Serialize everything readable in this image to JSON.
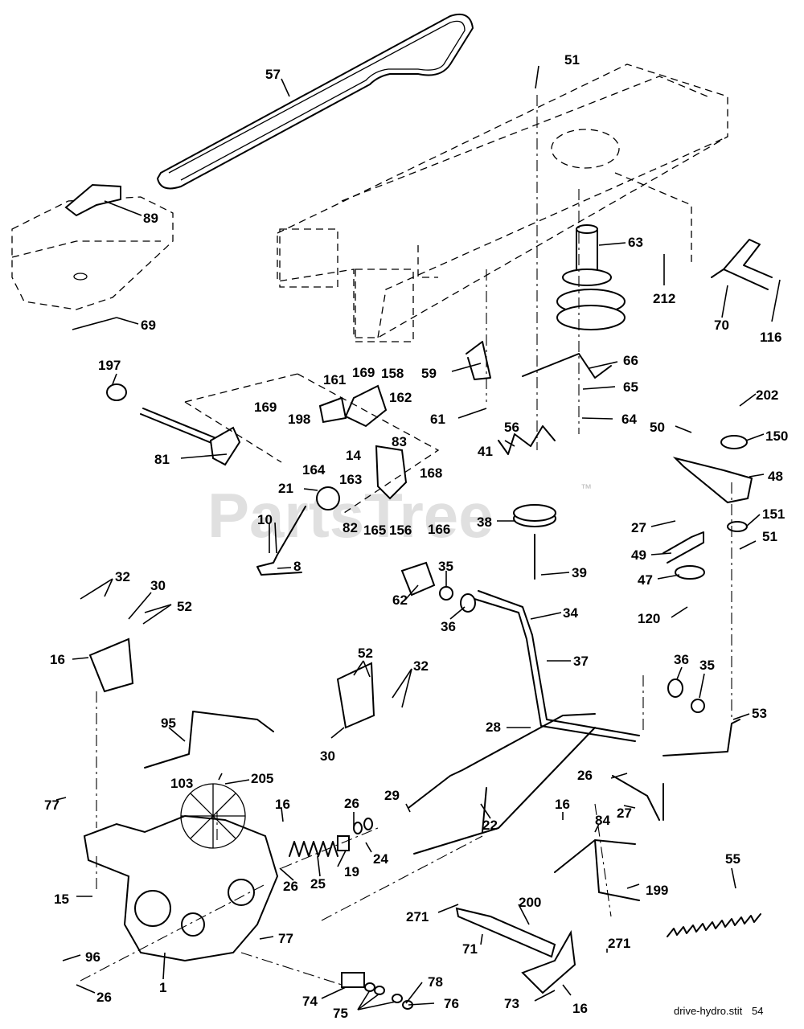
{
  "diagram": {
    "watermark": "PartsTree",
    "watermark_mark": "™",
    "footer_file": "drive-hydro.stit",
    "footer_page": "54",
    "callouts": {
      "c57": "57",
      "c51a": "51",
      "c89": "89",
      "c69": "69",
      "c63": "63",
      "c212": "212",
      "c70": "70",
      "c116": "116",
      "c197": "197",
      "c161": "161",
      "c169a": "169",
      "c158": "158",
      "c169b": "169",
      "c198": "198",
      "c162": "162",
      "c83": "83",
      "c14": "14",
      "c164": "164",
      "c163": "163",
      "c168": "168",
      "c81": "81",
      "c59": "59",
      "c61": "61",
      "c56": "56",
      "c66": "66",
      "c65": "65",
      "c64": "64",
      "c41": "41",
      "c202": "202",
      "c50": "50",
      "c150": "150",
      "c48": "48",
      "c21": "21",
      "c82": "82",
      "c165": "165",
      "c156": "156",
      "c166": "166",
      "c38": "38",
      "c27a": "27",
      "c151": "151",
      "c51b": "51",
      "c10": "10",
      "c8": "8",
      "c49": "49",
      "c47": "47",
      "c39": "39",
      "c32a": "32",
      "c30a": "30",
      "c52a": "52",
      "c62": "62",
      "c35a": "35",
      "c36a": "36",
      "c34": "34",
      "c120": "120",
      "c16a": "16",
      "c37": "37",
      "c52b": "52",
      "c32b": "32",
      "c36b": "36",
      "c35b": "35",
      "c53": "53",
      "c95": "95",
      "c30b": "30",
      "c28": "28",
      "c103": "103",
      "c205": "205",
      "c26a": "26",
      "c27b": "27",
      "c29": "29",
      "c26b": "26",
      "c77a": "77",
      "c16b": "16",
      "c22": "22",
      "c16c": "16",
      "c84": "84",
      "c24": "24",
      "c19": "19",
      "c25": "25",
      "c26c": "26",
      "c15": "15",
      "c199": "199",
      "c55": "55",
      "c200": "200",
      "c271a": "271",
      "c71": "71",
      "c77b": "77",
      "c271b": "271",
      "c96": "96",
      "c1": "1",
      "c26d": "26",
      "c78": "78",
      "c74": "74",
      "c75": "75",
      "c76": "76",
      "c73": "73",
      "c16d": "16"
    }
  }
}
